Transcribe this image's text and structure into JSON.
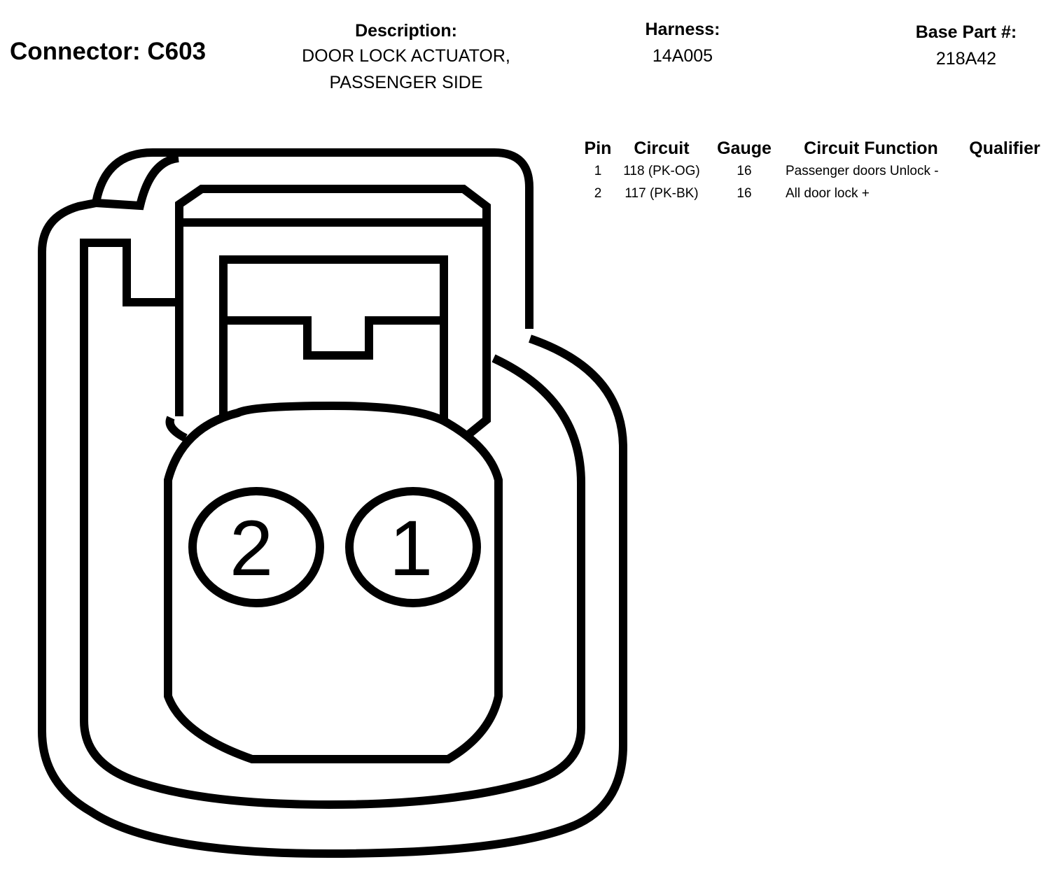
{
  "header": {
    "connector_label": "Connector: C603",
    "description_label": "Description:",
    "description_line1": "DOOR LOCK ACTUATOR,",
    "description_line2": "PASSENGER SIDE",
    "harness_label": "Harness:",
    "harness_value": "14A005",
    "base_part_label": "Base Part #:",
    "base_part_value": "218A42"
  },
  "table": {
    "columns": [
      "Pin",
      "Circuit",
      "Gauge",
      "Circuit Function",
      "Qualifier"
    ],
    "rows": [
      {
        "pin": "1",
        "circuit": "118 (PK-OG)",
        "gauge": "16",
        "function": "Passenger doors Unlock -",
        "qualifier": ""
      },
      {
        "pin": "2",
        "circuit": "117 (PK-BK)",
        "gauge": "16",
        "function": "All door lock +",
        "qualifier": ""
      }
    ]
  },
  "diagram": {
    "pin_labels": [
      "2",
      "1"
    ],
    "stroke_color": "#000000",
    "background_color": "#ffffff"
  }
}
